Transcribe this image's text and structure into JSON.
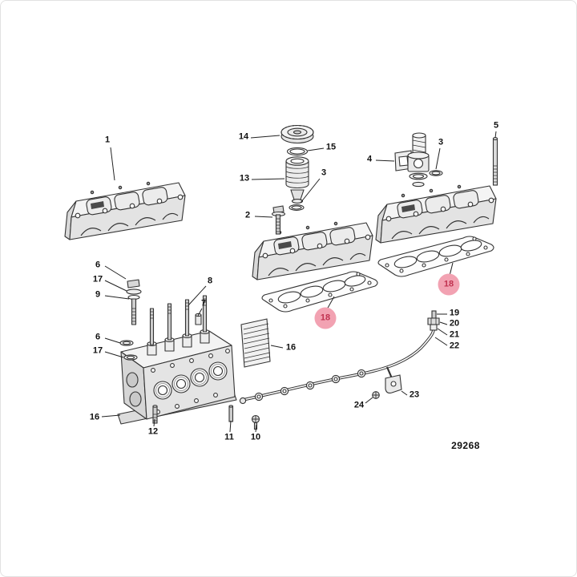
{
  "diagram": {
    "number": "29268",
    "highlight": {
      "bg": "#F2A2B2",
      "text": "#C03250"
    }
  },
  "callouts": {
    "n1": "1",
    "n2": "2",
    "n3a": "3",
    "n3b": "3",
    "n4": "4",
    "n5": "5",
    "n6a": "6",
    "n6b": "6",
    "n7": "7",
    "n8": "8",
    "n9": "9",
    "n10": "10",
    "n11": "11",
    "n12": "12",
    "n13": "13",
    "n14": "14",
    "n15": "15",
    "n16a": "16",
    "n16b": "16",
    "n17a": "17",
    "n17b": "17",
    "n18a": "18",
    "n18b": "18",
    "n19": "19",
    "n20": "20",
    "n21": "21",
    "n22": "22",
    "n23": "23",
    "n24": "24"
  }
}
